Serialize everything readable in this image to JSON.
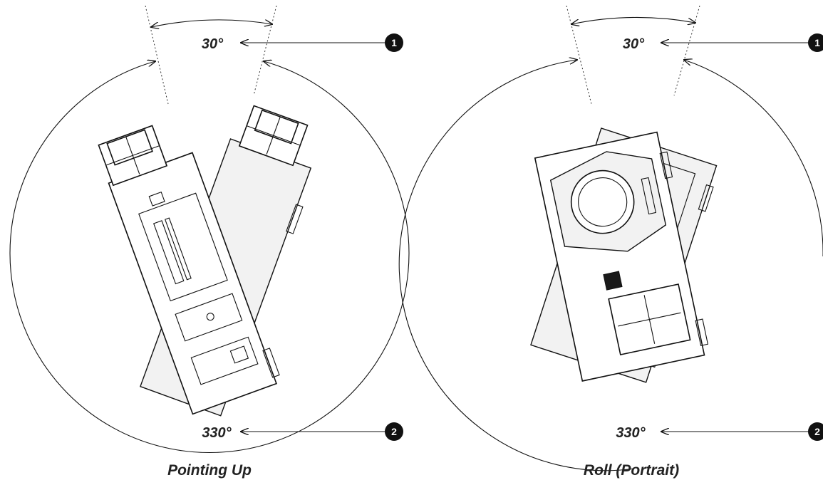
{
  "panels": [
    {
      "id": "pointing-up",
      "caption": "Pointing Up",
      "top_angle": "30°",
      "bottom_angle": "330°",
      "callouts": [
        {
          "number": "1",
          "target": "30°"
        },
        {
          "number": "2",
          "target": "330°"
        }
      ]
    },
    {
      "id": "roll-portrait",
      "caption": "Roll (Portrait)",
      "top_angle": "30°",
      "bottom_angle": "330°",
      "callouts": [
        {
          "number": "1",
          "target": "30°"
        },
        {
          "number": "2",
          "target": "330°"
        }
      ]
    }
  ],
  "colors": {
    "line": "#111111",
    "callout_fill": "#111111",
    "callout_text": "#ffffff",
    "label_text": "#222222"
  }
}
